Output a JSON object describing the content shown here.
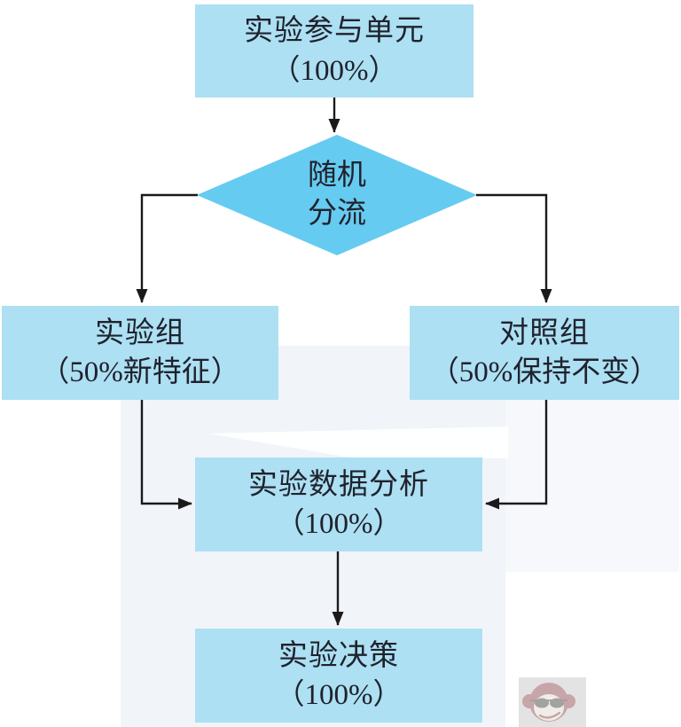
{
  "diagram": {
    "type": "flowchart",
    "topic": "A/B experiment traffic split flow",
    "nodes": [
      {
        "id": "participants",
        "shape": "rect",
        "line1": "实验参与单元",
        "line2": "（100%）"
      },
      {
        "id": "random-split",
        "shape": "diamond",
        "line1": "随机",
        "line2": "分流"
      },
      {
        "id": "experiment-group",
        "shape": "rect",
        "line1": "实验组",
        "line2": "（50%新特征）"
      },
      {
        "id": "control-group",
        "shape": "rect",
        "line1": "对照组",
        "line2": "（50%保持不变）"
      },
      {
        "id": "data-analysis",
        "shape": "rect",
        "line1": "实验数据分析",
        "line2": "（100%）"
      },
      {
        "id": "decision",
        "shape": "rect",
        "line1": "实验决策",
        "line2": "（100%）"
      }
    ],
    "edges": [
      {
        "from": "participants",
        "to": "random-split"
      },
      {
        "from": "random-split",
        "to": "experiment-group"
      },
      {
        "from": "random-split",
        "to": "control-group"
      },
      {
        "from": "experiment-group",
        "to": "data-analysis"
      },
      {
        "from": "control-group",
        "to": "data-analysis"
      },
      {
        "from": "data-analysis",
        "to": "decision"
      }
    ],
    "colors": {
      "box_fill": "#ace0f2",
      "diamond_fill": "#66cbf0",
      "text": "#20222e",
      "arrow": "#1a1a1a",
      "watermark_bg": "#f1f4f9"
    },
    "watermark": {
      "name": "monkey-logo"
    }
  }
}
